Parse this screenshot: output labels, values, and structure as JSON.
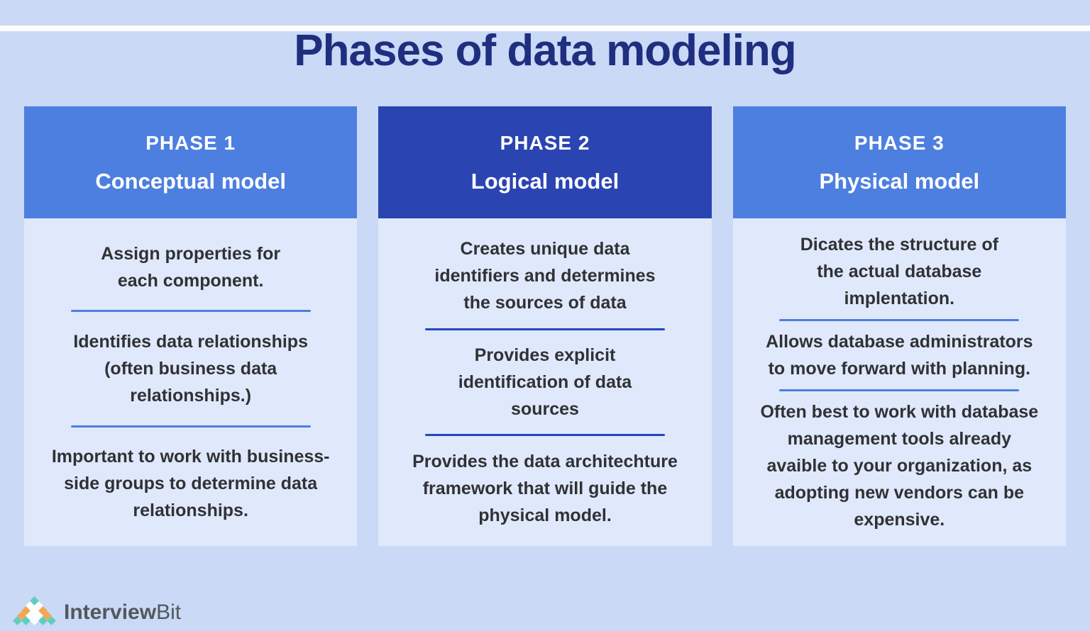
{
  "title": "Phases of data modeling",
  "colors": {
    "background": "#c9d9f6",
    "title_text": "#1f2e7e",
    "header_light_bg": "#4d7fe0",
    "header_dark_bg": "#2a44b2",
    "header_text": "#ffffff",
    "panel_bg": "#dfe9fb",
    "body_text": "#313135",
    "divider_light": "#4d7fe0",
    "divider_dark": "#2a42c4",
    "logo_text": "#53575d"
  },
  "phases": [
    {
      "label": "PHASE 1",
      "name": "Conceptual model",
      "points": [
        "Assign properties for\neach component.",
        "Identifies data relationships\n(often business data\nrelationships.)",
        "Important to work with business-\nside groups to determine data\nrelationships."
      ]
    },
    {
      "label": "PHASE 2",
      "name": "Logical model",
      "points": [
        "Creates unique data\nidentifiers and determines\nthe sources of data",
        "Provides explicit\nidentification of data\nsources",
        "Provides the data architechture\nframework that will guide the\nphysical model."
      ]
    },
    {
      "label": "PHASE 3",
      "name": "Physical model",
      "points": [
        "Dicates the structure of\nthe actual database\nimplentation.",
        "Allows database administrators\nto move forward with planning.",
        "Often best to work with database\nmanagement tools already\navaible to your organization, as\nadopting new vendors can be\nexpensive."
      ]
    }
  ],
  "logo": {
    "brand_bold": "Interview",
    "brand_light": "Bit",
    "mark": {
      "colors": {
        "teal": "#5fcebd",
        "white": "#ffffff",
        "orange": "#f4a74e"
      },
      "rows": [
        [
          "teal"
        ],
        [
          "white",
          "white"
        ],
        [
          "orange",
          "white",
          "orange"
        ],
        [
          "orange",
          "white",
          "white",
          "orange"
        ],
        [
          "teal",
          "teal",
          "white",
          "teal",
          "teal"
        ]
      ]
    }
  }
}
